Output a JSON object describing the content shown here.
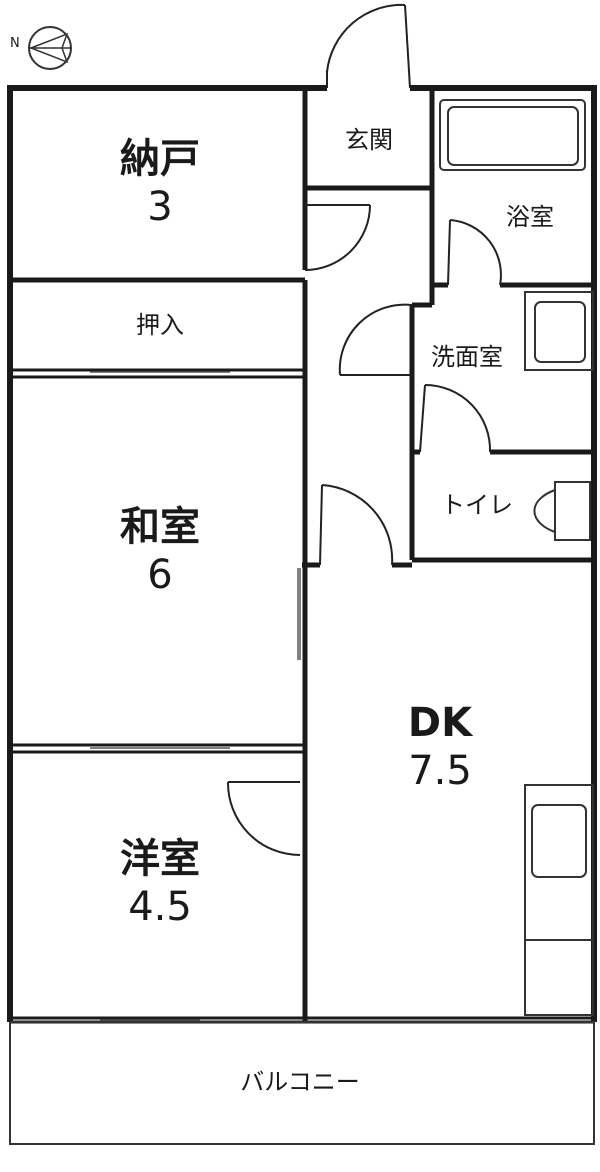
{
  "compass": {
    "north_label": "N",
    "icon": "north-arrow-icon"
  },
  "rooms": {
    "nando": {
      "name": "納戸",
      "size": "3"
    },
    "oshiire": {
      "name": "押入"
    },
    "washitsu": {
      "name": "和室",
      "size": "6"
    },
    "youshitsu": {
      "name": "洋室",
      "size": "4.5"
    },
    "genkan": {
      "name": "玄関"
    },
    "yokushitsu": {
      "name": "浴室"
    },
    "senmenshitsu": {
      "name": "洗面室"
    },
    "toilet": {
      "name": "トイレ"
    },
    "dk": {
      "name": "DK",
      "size": "7.5"
    },
    "balcony": {
      "name": "バルコニー"
    }
  },
  "colors": {
    "wall": "#1a1a1a",
    "line": "#333333",
    "background": "#ffffff"
  }
}
